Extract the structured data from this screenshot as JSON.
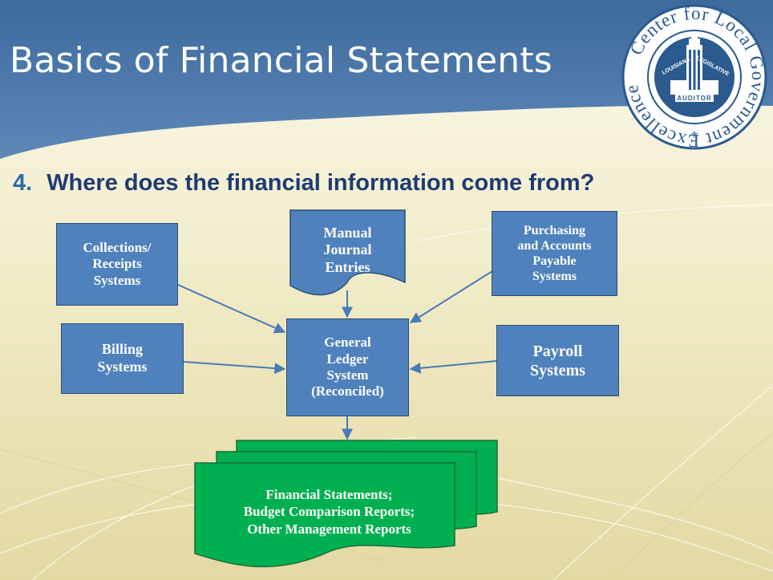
{
  "slide": {
    "title": "Basics of Financial Statements",
    "question_number": "4.",
    "question_text": "Where does the financial information come from?"
  },
  "seal": {
    "outer_text": "Center for Local Government Excellence",
    "inner_words": [
      "LOUISIANA",
      "LEGISLATIVE",
      "AUDITOR"
    ]
  },
  "nodes": {
    "collections": {
      "lines": [
        "Collections/",
        "Receipts",
        "Systems"
      ]
    },
    "manual": {
      "lines": [
        "Manual",
        "Journal",
        "Entries"
      ]
    },
    "purchasing": {
      "lines": [
        "Purchasing",
        "and Accounts",
        "Payable",
        "Systems"
      ]
    },
    "billing": {
      "lines": [
        "Billing",
        "Systems"
      ]
    },
    "general_ledger": {
      "lines": [
        "General",
        "Ledger",
        "System",
        "(Reconciled)"
      ]
    },
    "payroll": {
      "lines": [
        "Payroll",
        "Systems"
      ]
    },
    "reports": {
      "lines": [
        "Financial Statements;",
        "Budget Comparison Reports;",
        "Other Management Reports"
      ]
    }
  },
  "colors": {
    "header": "#4d77a6",
    "node_fill": "#4f81bd",
    "node_border": "#2c4d75",
    "reports_fill": "#00b050",
    "question_text": "#1f3b73",
    "arrow": "#4a7ab5"
  }
}
